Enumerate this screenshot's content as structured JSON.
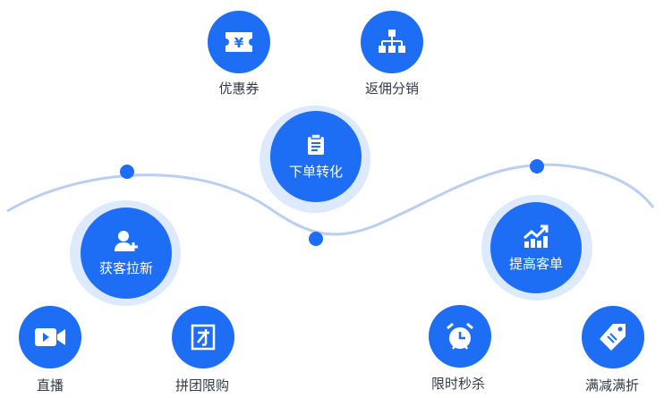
{
  "accent": "#1d6ef5",
  "halo_color": "#dde9fc",
  "curve_color": "#b9cff2",
  "top_nodes": [
    {
      "label": "优惠券",
      "icon": "coupon-icon"
    },
    {
      "label": "返佣分销",
      "icon": "hierarchy-icon"
    }
  ],
  "center_nodes": [
    {
      "label": "下单转化",
      "icon": "clipboard-icon"
    },
    {
      "label": "获客拉新",
      "icon": "add-user-icon"
    },
    {
      "label": "提高客单",
      "icon": "growth-chart-icon"
    }
  ],
  "bottom_nodes": [
    {
      "label": "直播",
      "icon": "video-camera-icon"
    },
    {
      "label": "拼团限购",
      "icon": "group-buy-icon"
    },
    {
      "label": "限时秒杀",
      "icon": "alarm-clock-icon"
    },
    {
      "label": "满减满折",
      "icon": "price-tag-icon"
    }
  ]
}
